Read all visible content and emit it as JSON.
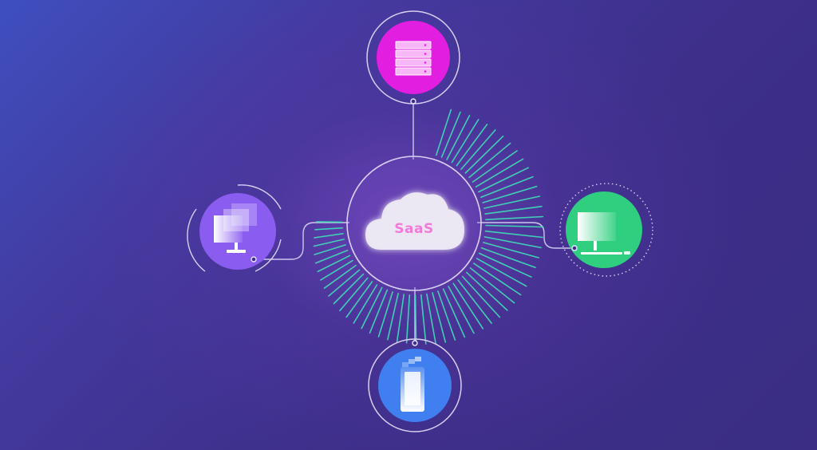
{
  "center": {
    "label": "SaaS",
    "icon": "cloud-icon"
  },
  "nodes": [
    {
      "id": "top",
      "icon": "server-icon",
      "color": "#e21ee0"
    },
    {
      "id": "left",
      "icon": "monitor-icon",
      "color": "#8a5cf0"
    },
    {
      "id": "right",
      "icon": "desktop-icon",
      "color": "#2fcf7f"
    },
    {
      "id": "bottom",
      "icon": "mobile-icon",
      "color": "#3f7ff0"
    }
  ],
  "colors": {
    "ray": "#3fe0b8",
    "ring": "#d8d0f0",
    "line": "#c9c2ec"
  }
}
